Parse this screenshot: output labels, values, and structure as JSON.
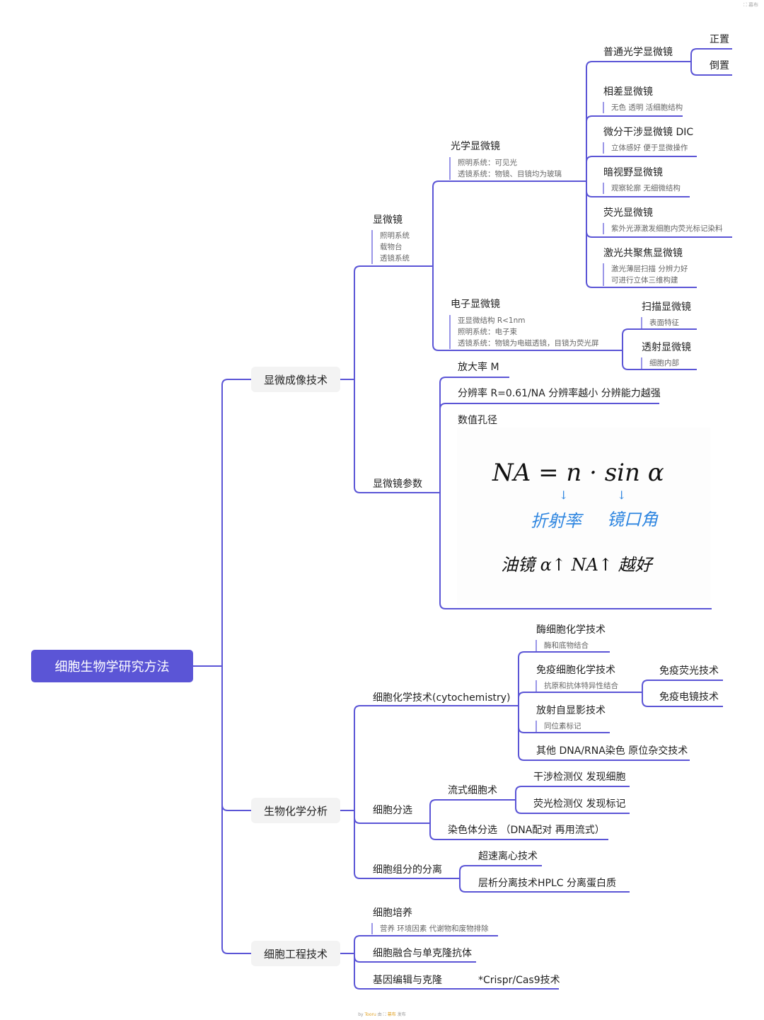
{
  "topbar": {
    "icon": "expand-icon",
    "label": "幕布"
  },
  "root": {
    "label": "细胞生物学研究方法"
  },
  "branches": {
    "imaging": {
      "label": "显微成像技术",
      "microscope": {
        "label": "显微镜",
        "notes": [
          "照明系统",
          "载物台",
          "透镜系统"
        ],
        "optical": {
          "label": "光学显微镜",
          "notes": [
            "照明系统：可见光",
            "透镜系统：物镜、目镜均为玻璃"
          ],
          "children": [
            {
              "label": "普通光学显微镜",
              "sub": [
                "正置",
                "倒置"
              ]
            },
            {
              "label": "相差显微镜",
              "note": "无色 透明 活细胞结构"
            },
            {
              "label": "微分干涉显微镜 DIC",
              "note": "立体感好 便于显微操作"
            },
            {
              "label": "暗视野显微镜",
              "note": "观察轮廓 无细微结构"
            },
            {
              "label": "荧光显微镜",
              "note": "紫外光源激发细胞内荧光标记染料"
            },
            {
              "label": "激光共聚焦显微镜",
              "notes": [
                "激光薄层扫描 分辨力好",
                "可进行立体三维构建"
              ]
            }
          ]
        },
        "electron": {
          "label": "电子显微镜",
          "notes": [
            "亚显微结构 R<1nm",
            "照明系统：电子束",
            "透镜系统：物镜为电磁透镜，目镜为荧光屏"
          ],
          "children": [
            {
              "label": "扫描显微镜",
              "note": "表面特征"
            },
            {
              "label": "透射显微镜",
              "note": "细胞内部"
            }
          ]
        }
      },
      "params": {
        "label": "显微镜参数",
        "children": [
          {
            "label": "放大率 M"
          },
          {
            "label": "分辨率 R=0.61/NA 分辨率越小 分辨能力越强"
          },
          {
            "label": "数值孔径"
          }
        ],
        "formula": {
          "equation": "NA = n · sin α",
          "n_meaning": "折射率",
          "alpha_meaning": "镜口角",
          "arrow": "↓",
          "conclusion": "油镜  α↑  NA↑ 越好"
        }
      }
    },
    "biochem": {
      "label": "生物化学分析",
      "cytochem": {
        "label": "细胞化学技术(cytochemistry)",
        "children": [
          {
            "label": "酶细胞化学技术",
            "note": "酶和底物结合"
          },
          {
            "label": "免疫细胞化学技术",
            "note": "抗原和抗体特异性结合",
            "sub": [
              "免疫荧光技术",
              "免疫电镜技术"
            ]
          },
          {
            "label": "放射自显影技术",
            "note": "同位素标记"
          },
          {
            "label": "其他 DNA/RNA染色 原位杂交技术"
          }
        ]
      },
      "sorting": {
        "label": "细胞分选",
        "flow": {
          "label": "流式细胞术",
          "sub": [
            "干涉检测仪 发现细胞",
            "荧光检测仪 发现标记"
          ]
        },
        "chromosome": {
          "label": "染色体分选  （DNA配对 再用流式）"
        }
      },
      "fractionation": {
        "label": "细胞组分的分离",
        "children": [
          "超速离心技术",
          "层析分离技术HPLC  分离蛋白质"
        ]
      }
    },
    "engineering": {
      "label": "细胞工程技术",
      "children": [
        {
          "label": "细胞培养",
          "note": "营养 环境因素 代谢物和废物排除"
        },
        {
          "label": "细胞融合与单克隆抗体"
        },
        {
          "label": "基因编辑与克隆",
          "sub": "*Crispr/Cas9技术"
        }
      ]
    }
  },
  "footer": {
    "by": "by",
    "author": "Tooru",
    "via": "由",
    "brand": "幕布",
    "publish": "发布"
  },
  "colors": {
    "accent": "#5b55d6",
    "note_bar": "#9a96e8",
    "handwriting_blue": "#2f86e0"
  }
}
